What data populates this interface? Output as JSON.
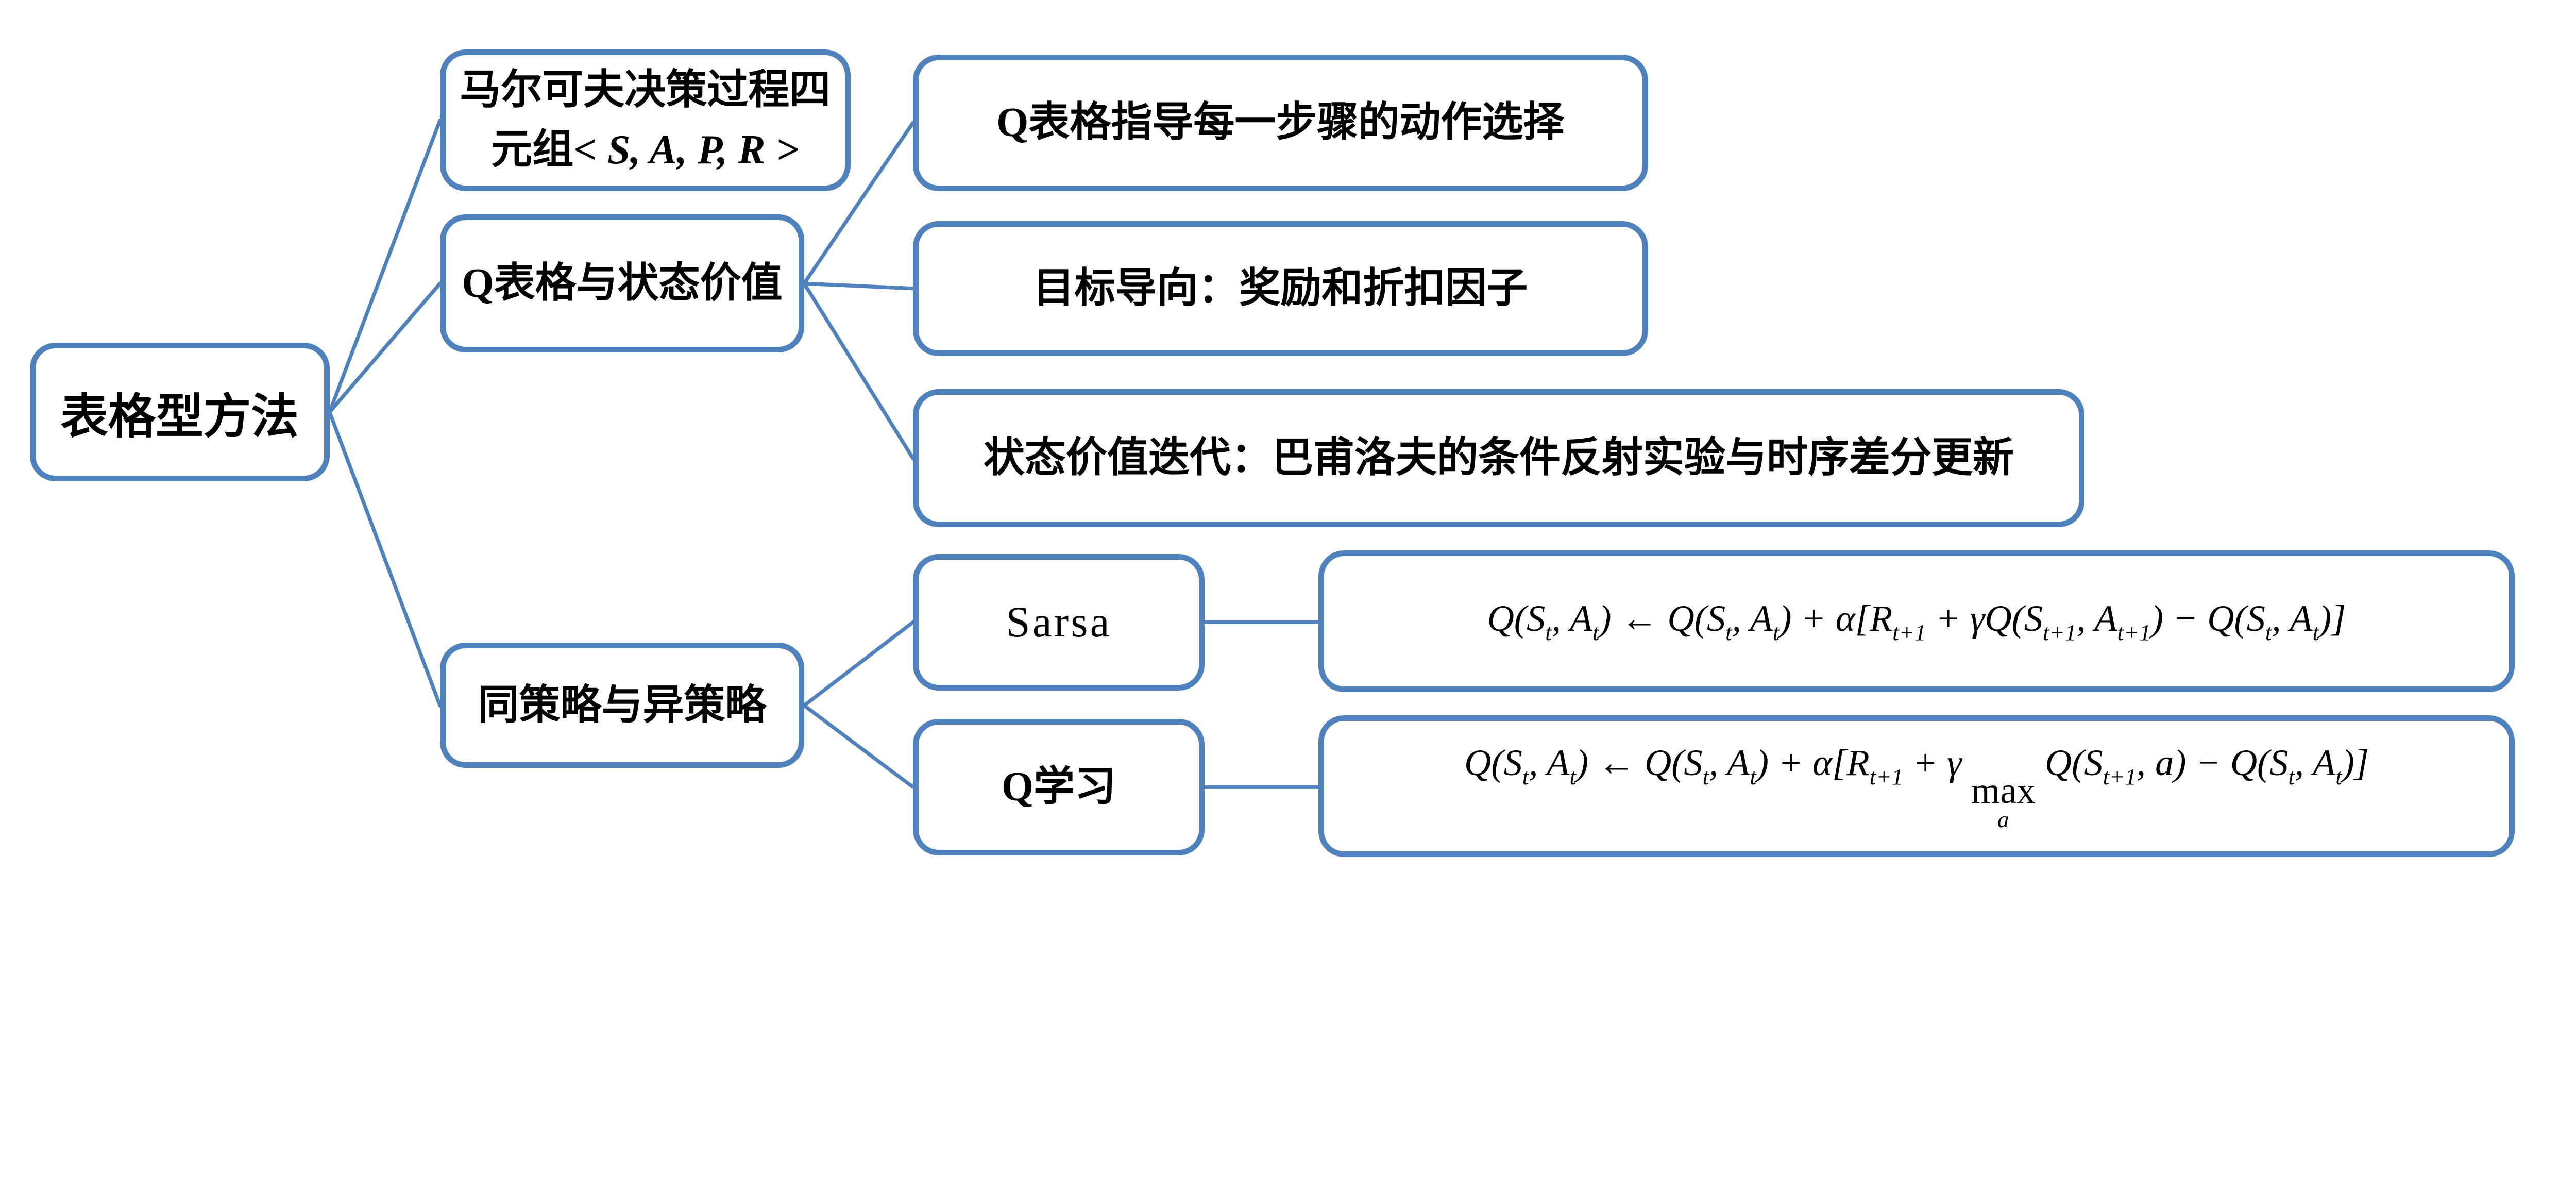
{
  "diagram": {
    "accent_color": "#4F81BD",
    "text_color": "#000000",
    "background_color": "#FFFFFF"
  },
  "nodes": {
    "root": {
      "label": "表格型方法"
    },
    "mdp": {
      "segments": [
        {
          "t": "马尔可夫决策过程四"
        },
        {
          "k": "br"
        },
        {
          "t": "元组"
        },
        {
          "t": "< S, A, P, R >",
          "k": "i"
        }
      ]
    },
    "qtable": {
      "label": "Q表格与状态价值"
    },
    "guide": {
      "label": "Q表格指导每一步骤的动作选择"
    },
    "goal": {
      "label": "目标导向：奖励和折扣因子"
    },
    "iterate": {
      "label": "状态价值迭代：巴甫洛夫的条件反射实验与时序差分更新"
    },
    "policy": {
      "label": "同策略与异策略"
    },
    "sarsa": {
      "label": "Sarsa"
    },
    "qlearning": {
      "label": "Q学习"
    },
    "sarsa_formula": {
      "segments": [
        {
          "t": "Q(S",
          "k": "i"
        },
        {
          "t": "t",
          "k": "sub"
        },
        {
          "t": ", A",
          "k": "i"
        },
        {
          "t": "t",
          "k": "sub"
        },
        {
          "t": ") ← Q(S",
          "k": "i"
        },
        {
          "t": "t",
          "k": "sub"
        },
        {
          "t": ", A",
          "k": "i"
        },
        {
          "t": "t",
          "k": "sub"
        },
        {
          "t": ") + α[R",
          "k": "i"
        },
        {
          "t": "t+1",
          "k": "sub"
        },
        {
          "t": " + γQ(S",
          "k": "i"
        },
        {
          "t": "t+1",
          "k": "sub"
        },
        {
          "t": ", A",
          "k": "i"
        },
        {
          "t": "t+1",
          "k": "sub"
        },
        {
          "t": ") − Q(S",
          "k": "i"
        },
        {
          "t": "t",
          "k": "sub"
        },
        {
          "t": ", A",
          "k": "i"
        },
        {
          "t": "t",
          "k": "sub"
        },
        {
          "t": ")]",
          "k": "i"
        }
      ]
    },
    "qlearning_formula": {
      "segments": [
        {
          "t": "Q(S",
          "k": "i"
        },
        {
          "t": "t",
          "k": "sub"
        },
        {
          "t": ", A",
          "k": "i"
        },
        {
          "t": "t",
          "k": "sub"
        },
        {
          "t": ") ← Q(S",
          "k": "i"
        },
        {
          "t": "t",
          "k": "sub"
        },
        {
          "t": ", A",
          "k": "i"
        },
        {
          "t": "t",
          "k": "sub"
        },
        {
          "t": ") + α[R",
          "k": "i"
        },
        {
          "t": "t+1",
          "k": "sub"
        },
        {
          "t": " + γ ",
          "k": "i"
        },
        {
          "t": "max",
          "k": "munder",
          "u": "a"
        },
        {
          "t": " Q(S",
          "k": "i"
        },
        {
          "t": "t+1",
          "k": "sub"
        },
        {
          "t": ", a) − Q(S",
          "k": "i"
        },
        {
          "t": "t",
          "k": "sub"
        },
        {
          "t": ", A",
          "k": "i"
        },
        {
          "t": "t",
          "k": "sub"
        },
        {
          "t": ")]",
          "k": "i"
        }
      ]
    }
  },
  "edges": [
    {
      "from": "root",
      "to": "mdp"
    },
    {
      "from": "root",
      "to": "qtable"
    },
    {
      "from": "root",
      "to": "policy"
    },
    {
      "from": "qtable",
      "to": "guide"
    },
    {
      "from": "qtable",
      "to": "goal"
    },
    {
      "from": "qtable",
      "to": "iterate"
    },
    {
      "from": "policy",
      "to": "sarsa"
    },
    {
      "from": "policy",
      "to": "qlearning"
    },
    {
      "from": "sarsa",
      "to": "sarsa_formula"
    },
    {
      "from": "qlearning",
      "to": "qlearning_formula"
    }
  ]
}
